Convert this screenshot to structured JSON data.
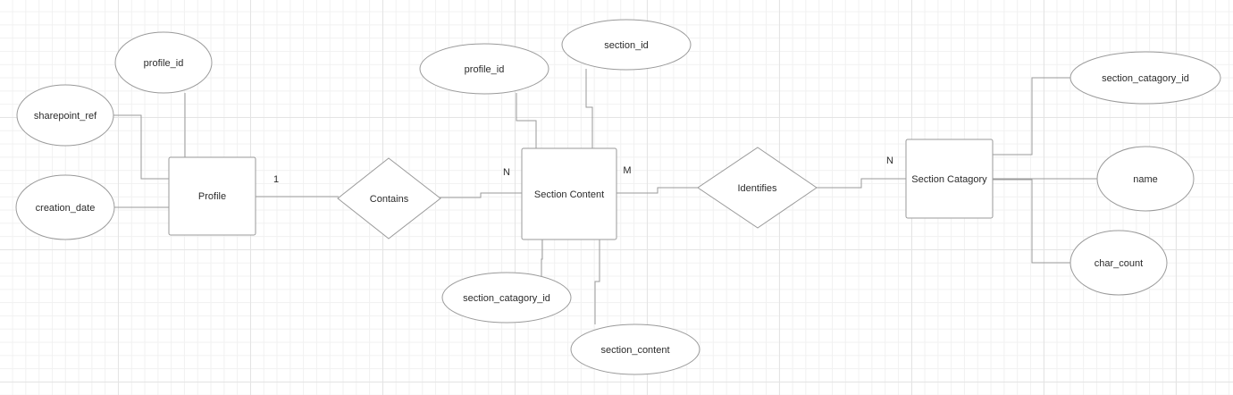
{
  "entities": {
    "profile": "Profile",
    "section_content": "Section Content",
    "section_catagory": "Section Catagory"
  },
  "relationships": {
    "contains": "Contains",
    "identifies": "Identifies"
  },
  "attributes": {
    "profile_profile_id": "profile_id",
    "profile_sharepoint_ref": "sharepoint_ref",
    "profile_creation_date": "creation_date",
    "content_profile_id": "profile_id",
    "content_section_id": "section_id",
    "content_section_catagory_id": "section_catagory_id",
    "content_section_content": "section_content",
    "catagory_section_catagory_id": "section_catagory_id",
    "catagory_name": "name",
    "catagory_char_count": "char_count"
  },
  "cardinalities": {
    "profile_contains": "1",
    "contains_content": "N",
    "content_identifies": "M",
    "identifies_catagory": "N"
  }
}
